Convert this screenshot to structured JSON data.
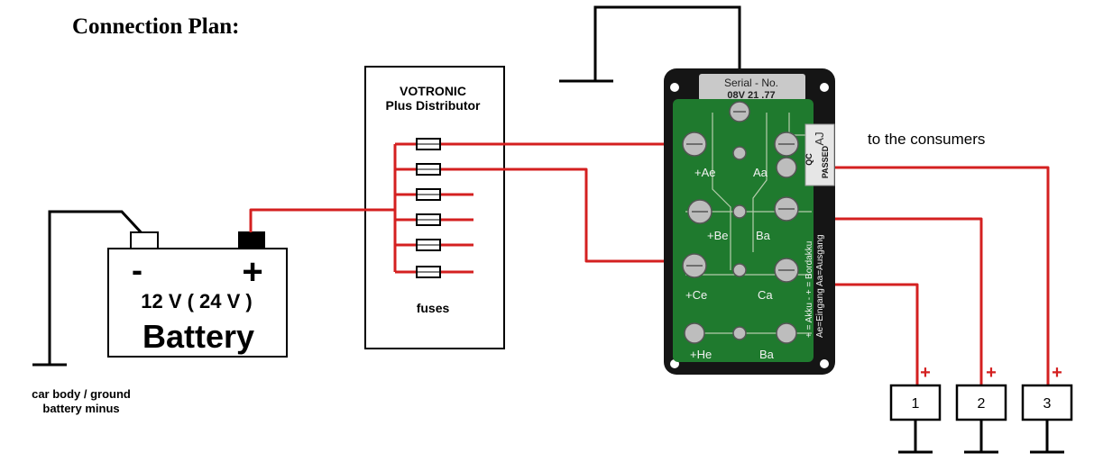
{
  "title": "Connection Plan:",
  "distributor": {
    "name_line1": "VOTRONIC",
    "name_line2": "Plus Distributor",
    "fuses_label": "fuses"
  },
  "battery": {
    "minus_symbol": "-",
    "plus_symbol": "+",
    "voltage": "12 V ( 24 V )",
    "label": "Battery"
  },
  "ground_label": {
    "line1": "car body / ground",
    "line2": "battery minus"
  },
  "consumers_label": "to the consumers",
  "module": {
    "serial_label": "Serial - No.",
    "serial_value": "08V 21 .77",
    "qc_badge": "AJ",
    "qc_text1": "QC",
    "qc_text2": "PASSED",
    "terminal_labels": [
      "+Ae",
      "Aa",
      "+Be",
      "Ba",
      "+Ce",
      "Ca",
      "+He",
      "Ba"
    ],
    "legend": [
      "+ = Akku - + = Bordakku",
      "Ae=Eingang  Aa=Ausgang"
    ]
  },
  "consumers": [
    {
      "number": "1",
      "polarity": "+"
    },
    {
      "number": "2",
      "polarity": "+"
    },
    {
      "number": "3",
      "polarity": "+"
    }
  ],
  "colors": {
    "wire_red": "#d42020",
    "wire_black": "#000000",
    "pcb_green": "#1f7a2e",
    "module_black": "#151515"
  }
}
